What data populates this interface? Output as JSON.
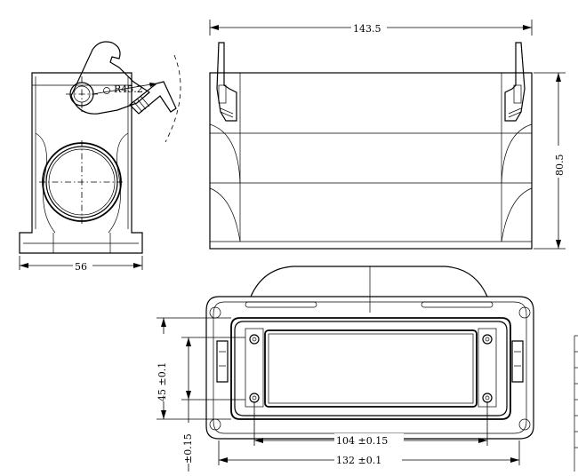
{
  "drawing": {
    "side_view": {
      "radius_label": "R45.2",
      "width_label": "56"
    },
    "front_view": {
      "length_label": "143.5",
      "height_label": "80.5"
    },
    "bottom_view": {
      "inner_width_label": "104 ±0.15",
      "outer_width_label": "132 ±0.1",
      "inner_height_label": "45 ±0.1",
      "partial_tolerance_label": "±0.15"
    }
  }
}
